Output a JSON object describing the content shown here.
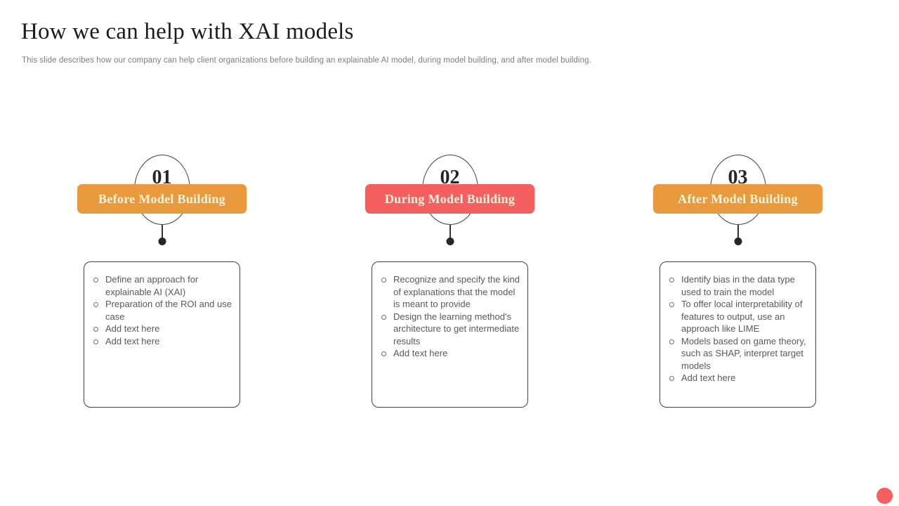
{
  "slide": {
    "title": "How we can help with XAI models",
    "subtitle": "This slide describes how our company can help client organizations before building an explainable AI model, during model building, and after model building."
  },
  "colors": {
    "orange_accent": "#E89A3C",
    "red_accent": "#F45F5F",
    "header_text": "#FBF4DC",
    "body_text": "#595959",
    "outline": "#404040",
    "corner_dot": "#F45F5F"
  },
  "columns": [
    {
      "number": "01",
      "header": "Before Model Building",
      "accent_color": "#E89A3C",
      "bullets": [
        "Define an approach for explainable AI (XAI)",
        "Preparation of the ROI and use case",
        "Add text here",
        "Add text here"
      ]
    },
    {
      "number": "02",
      "header": "During Model Building",
      "accent_color": "#F45F5F",
      "bullets": [
        "Recognize and specify the kind of explanations that the model is meant to provide",
        "Design the learning method's architecture to get intermediate results",
        "Add text here"
      ]
    },
    {
      "number": "03",
      "header": "After Model Building",
      "accent_color": "#E89A3C",
      "bullets": [
        "Identify bias in the data type used to train the model",
        "To offer local interpretability of features to output, use an approach like LIME",
        "Models based on game theory, such as SHAP, interpret target models",
        "Add text here"
      ]
    }
  ]
}
